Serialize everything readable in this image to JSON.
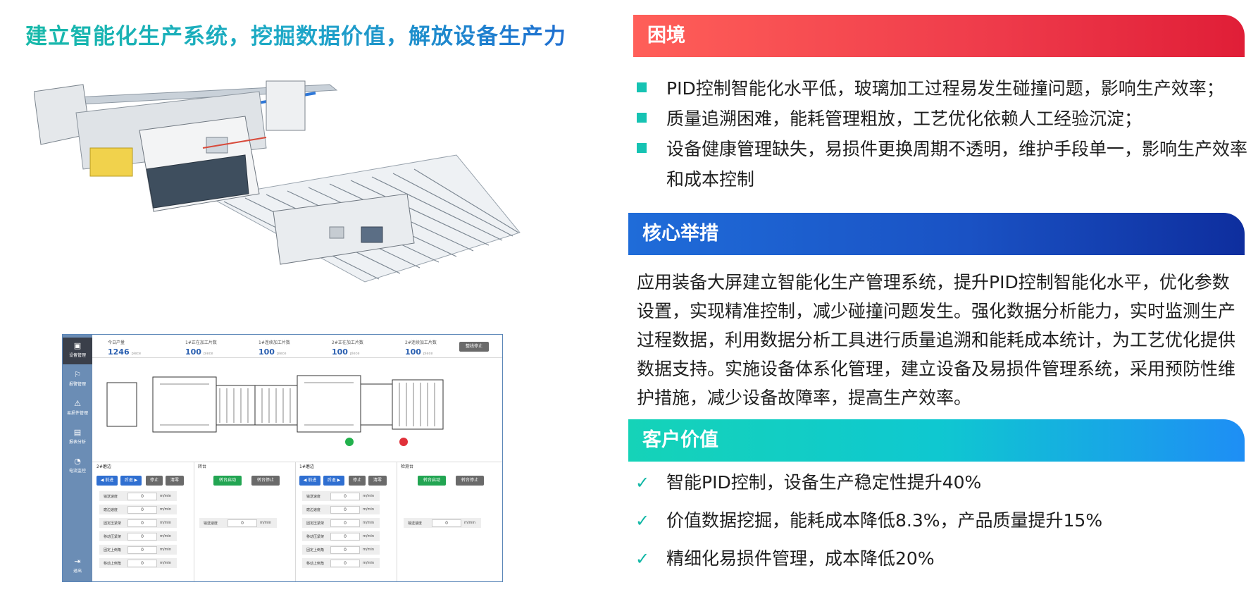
{
  "headline": "建立智能化生产系统，挖掘数据价值，解放设备生产力",
  "colors": {
    "teal": "#16c3b3",
    "red": "#ee3a4a",
    "blue": "#1a52c4",
    "cyan": "#0fc8d0"
  },
  "screen": {
    "nav": [
      {
        "label": "设备管理",
        "icon": "toolbox-icon"
      },
      {
        "label": "报警管理",
        "icon": "alarm-icon"
      },
      {
        "label": "易损件管理",
        "icon": "warning-icon"
      },
      {
        "label": "报表分析",
        "icon": "report-icon"
      },
      {
        "label": "电流监控",
        "icon": "gauge-icon"
      },
      {
        "label": "退出",
        "icon": "logout-icon"
      }
    ],
    "stats": [
      {
        "label": "今日产量",
        "value": "1246",
        "unit": "piece"
      },
      {
        "label": "1#正在加工片数",
        "value": "100",
        "unit": "piece"
      },
      {
        "label": "1#连续加工片数",
        "value": "100",
        "unit": "piece"
      },
      {
        "label": "2#正在加工片数",
        "value": "100",
        "unit": "piece"
      },
      {
        "label": "2#连续加工片数",
        "value": "100",
        "unit": "piece"
      }
    ],
    "stop_all": "整线停止",
    "sections": [
      "2#磨边",
      "转台",
      "1#磨边",
      "检测台"
    ],
    "btn": {
      "forward": "◀ 前进",
      "backward": "后退 ▶",
      "stop": "停止",
      "clear": "清零",
      "turn_auto": "转台启动",
      "turn_stop": "转台停止"
    },
    "rows": [
      "输送速度",
      "磨边速度",
      "固定压紧架",
      "移动压紧架",
      "固定上倒角",
      "移动上倒角"
    ],
    "single_row": "输送速度",
    "value": "0",
    "unit": "m/min"
  },
  "dilemma": {
    "title": "困境",
    "items": [
      "PID控制智能化水平低，玻璃加工过程易发生碰撞问题，影响生产效率；",
      "质量追溯困难，能耗管理粗放，工艺优化依赖人工经验沉淀；",
      "设备健康管理缺失，易损件更换周期不透明，维护手段单一，影响生产效率和成本控制"
    ]
  },
  "core": {
    "title": "核心举措",
    "text": "应用装备大屏建立智能化生产管理系统，提升PID控制智能化水平，优化参数设置，实现精准控制，减少碰撞问题发生。强化数据分析能力，实时监测生产过程数据，利用数据分析工具进行质量追溯和能耗成本统计，为工艺优化提供数据支持。实施设备体系化管理，建立设备及易损件管理系统，采用预防性维护措施，减少设备故障率，提高生产效率。"
  },
  "value": {
    "title": "客户价值",
    "items": [
      "智能PID控制，设备生产稳定性提升40%",
      "价值数据挖掘，能耗成本降低8.3%，产品质量提升15%",
      "精细化易损件管理，成本降低20%"
    ]
  }
}
